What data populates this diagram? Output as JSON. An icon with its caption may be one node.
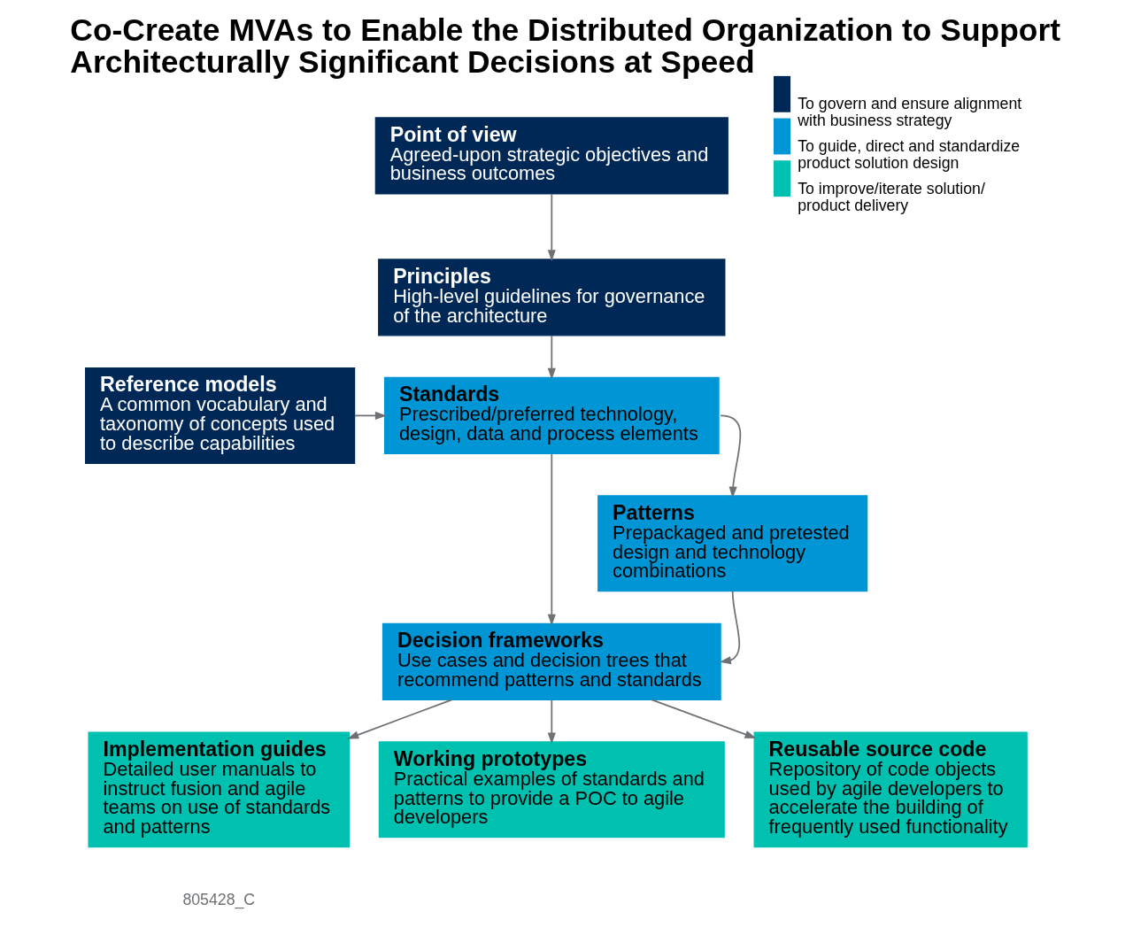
{
  "diagram": {
    "title": "Co-Create MVAs to Enable the Distributed Organization to Support Architecturally Significant Decisions at Speed",
    "nodes": [
      {
        "text": [
          "Point of view",
          "Agreed-upon strategic objectives and business outcomes"
        ]
      },
      {
        "text": [
          "Principles",
          "High-level guidelines for governance of the architecture"
        ]
      },
      {
        "text": [
          "Reference models",
          "A common vocabulary and taxonomy of concepts used to describe capabilities"
        ]
      },
      {
        "text": [
          "Standards",
          "Prescribed/preferred technology, design, data and process elements"
        ]
      },
      {
        "text": [
          "Patterns",
          "Prepackaged and pretested design and technology combinations"
        ]
      },
      {
        "text": [
          "Decision frameworks",
          "Use cases and decision trees that recommend patterns and standards"
        ]
      },
      {
        "text": [
          "Implementation guides",
          "Detailed user manuals to instruct fusion and agile teams on use of standards and patterns"
        ]
      },
      {
        "text": [
          "Working prototypes",
          "Practical examples of standards and patterns to provide a POC to agile developers"
        ]
      },
      {
        "text": [
          "Reusable source code",
          "Repository of code objects used by agile developers to accelerate the building of frequently used functionality"
        ]
      }
    ],
    "edges": [
      {
        "from": 0,
        "to": 1,
        "arrow": "to"
      },
      {
        "from": 1,
        "to": 3,
        "arrow": "to"
      },
      {
        "from": 2,
        "to": 3,
        "arrow": "to"
      },
      {
        "from": 3,
        "to": 5,
        "arrow": "to"
      },
      {
        "from": 3,
        "to": 4,
        "arrow": "to"
      },
      {
        "from": 4,
        "to": 5,
        "arrow": "to"
      },
      {
        "from": 5,
        "to": 6,
        "arrow": "to"
      },
      {
        "from": 5,
        "to": 7,
        "arrow": "to"
      },
      {
        "from": 5,
        "to": 8,
        "arrow": "to"
      }
    ],
    "labels": [
      "805428_C"
    ],
    "legend": [
      {
        "text": "To govern and ensure alignment with business strategy",
        "color": "#002856"
      },
      {
        "text": "To guide, direct and standardize product solution design",
        "color": "#0096d6"
      },
      {
        "text": "To improve/iterate solution/ product delivery",
        "color": "#00c1b0"
      }
    ]
  }
}
